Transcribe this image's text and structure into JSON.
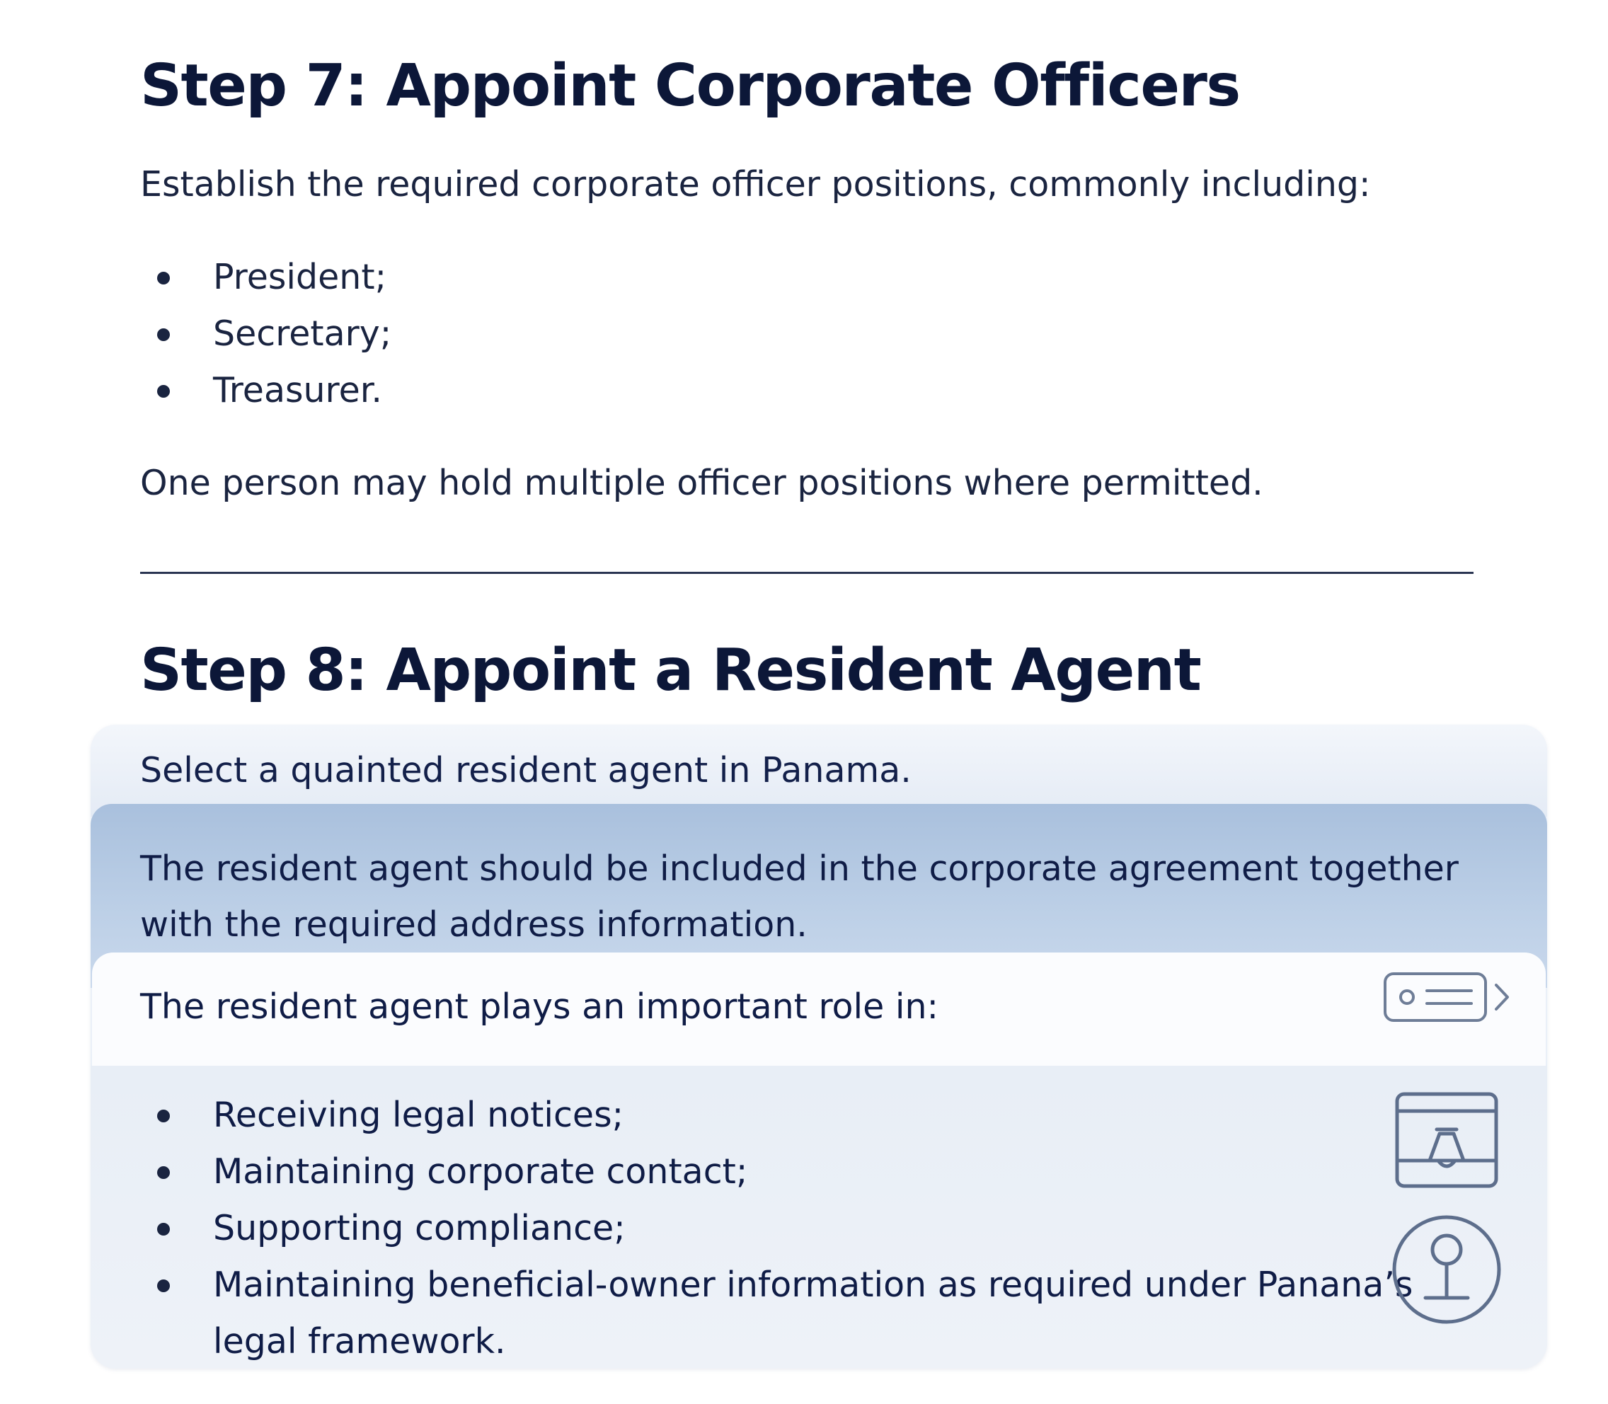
{
  "step7": {
    "title": "Step 7: Appoint Corporate Officers",
    "intro": "Establish the required corporate officer positions, commonly including:",
    "items": [
      "President;",
      "Secretary;",
      "Treasurer."
    ],
    "note": "One person may hold multiple officer positions where permitted."
  },
  "step8": {
    "title": "Step 8: Appoint a Resident Agent",
    "select_text": "Select a quainted resident agent in Panama.",
    "agreement_line1": "The resident agent should be included in the corporate agreement together",
    "agreement_line2": "with the required address information.",
    "role_intro": "The resident agent plays an important role in:",
    "roles": [
      "Receiving legal notices;",
      "Maintaining corporate contact;",
      "Supporting compliance;",
      "Maintaining beneficial-owner information as required under Panana’s",
      "legal framework."
    ],
    "icons": [
      "toggle-arrow-icon",
      "notice-bell-icon",
      "location-pin-icon"
    ]
  }
}
